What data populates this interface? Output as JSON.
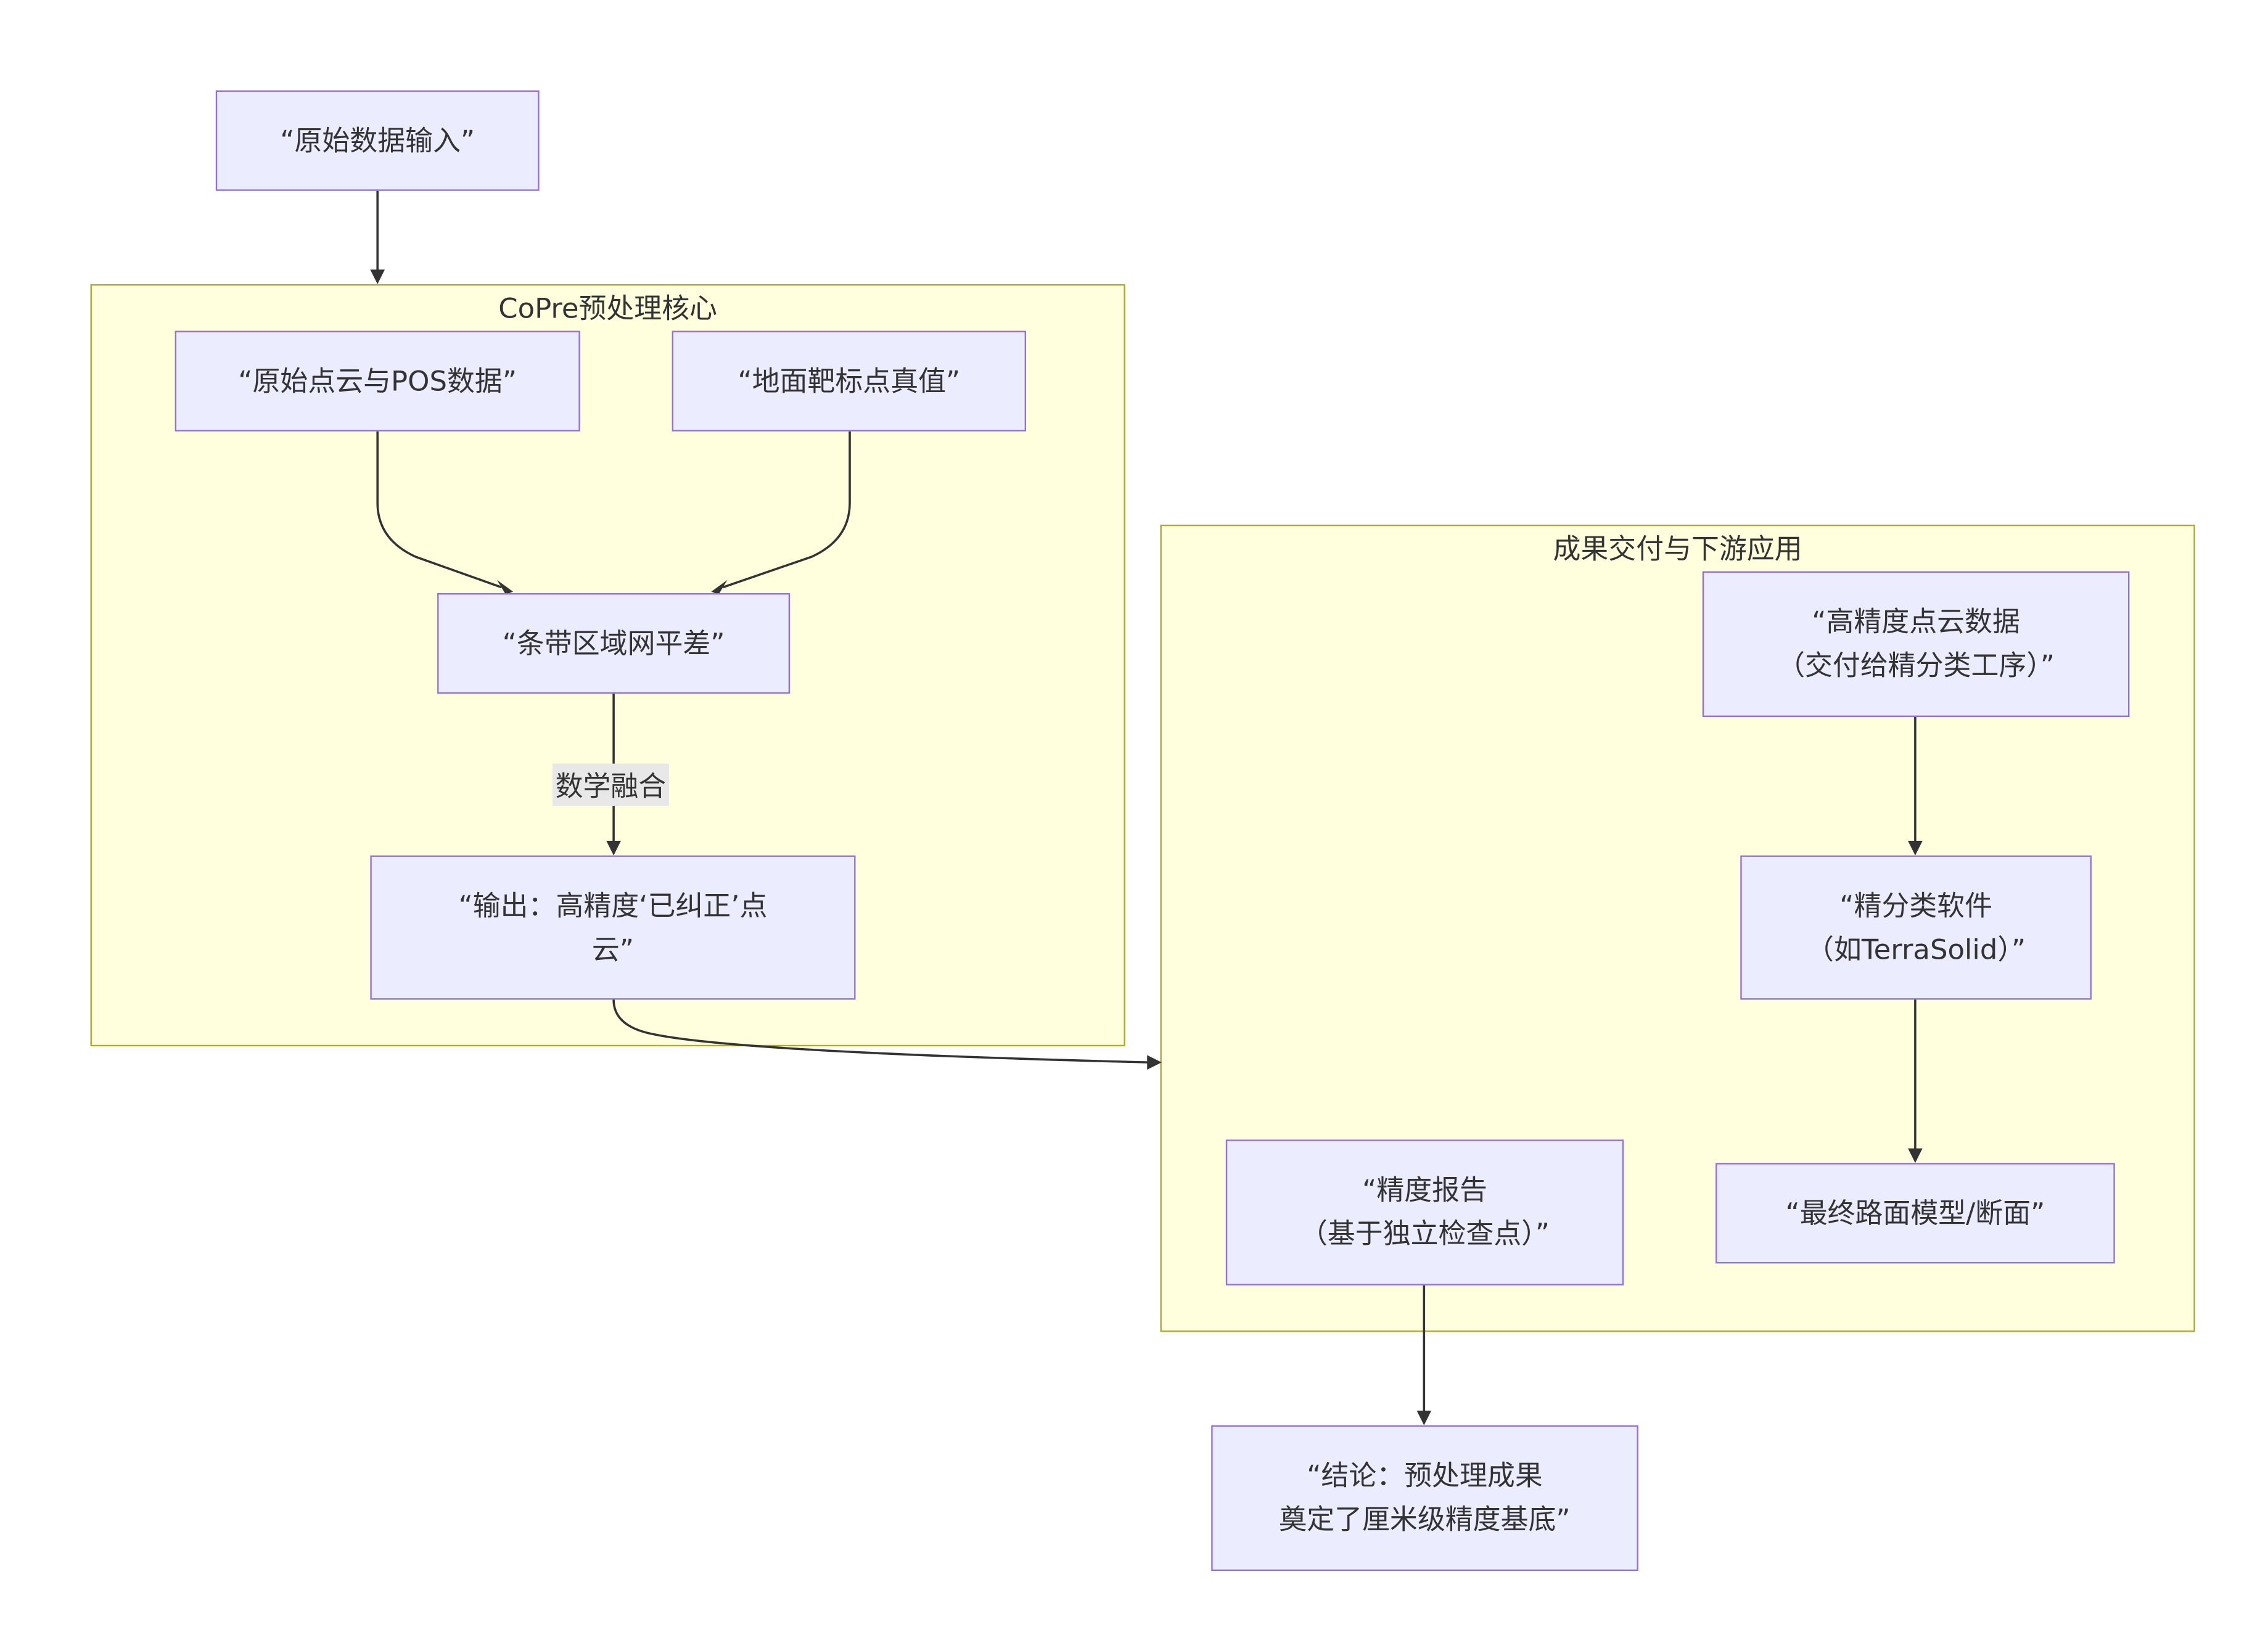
{
  "clusters": {
    "copre": {
      "title": "CoPre预处理核心"
    },
    "delivery": {
      "title": "成果交付与下游应用"
    }
  },
  "nodes": {
    "raw_input": "“原始数据输入”",
    "raw_pointcloud_pos": "“原始点云与POS数据”",
    "ground_target_truth": "“地面靶标点真值”",
    "strip_adjustment": "“条带区域网平差”",
    "output_corrected": "“输出：高精度‘已纠正’点\n云”",
    "hp_pointcloud": "“高精度点云数据\n（交付给精分类工序）”",
    "classification_software": "“精分类软件\n（如TerraSolid）”",
    "final_model": "“最终路面模型/断面”",
    "accuracy_report": "“精度报告\n（基于独立检查点）”",
    "conclusion": "“结论：预处理成果\n奠定了厘米级精度基底”"
  },
  "edges": {
    "math_fusion_label": "数学融合"
  }
}
